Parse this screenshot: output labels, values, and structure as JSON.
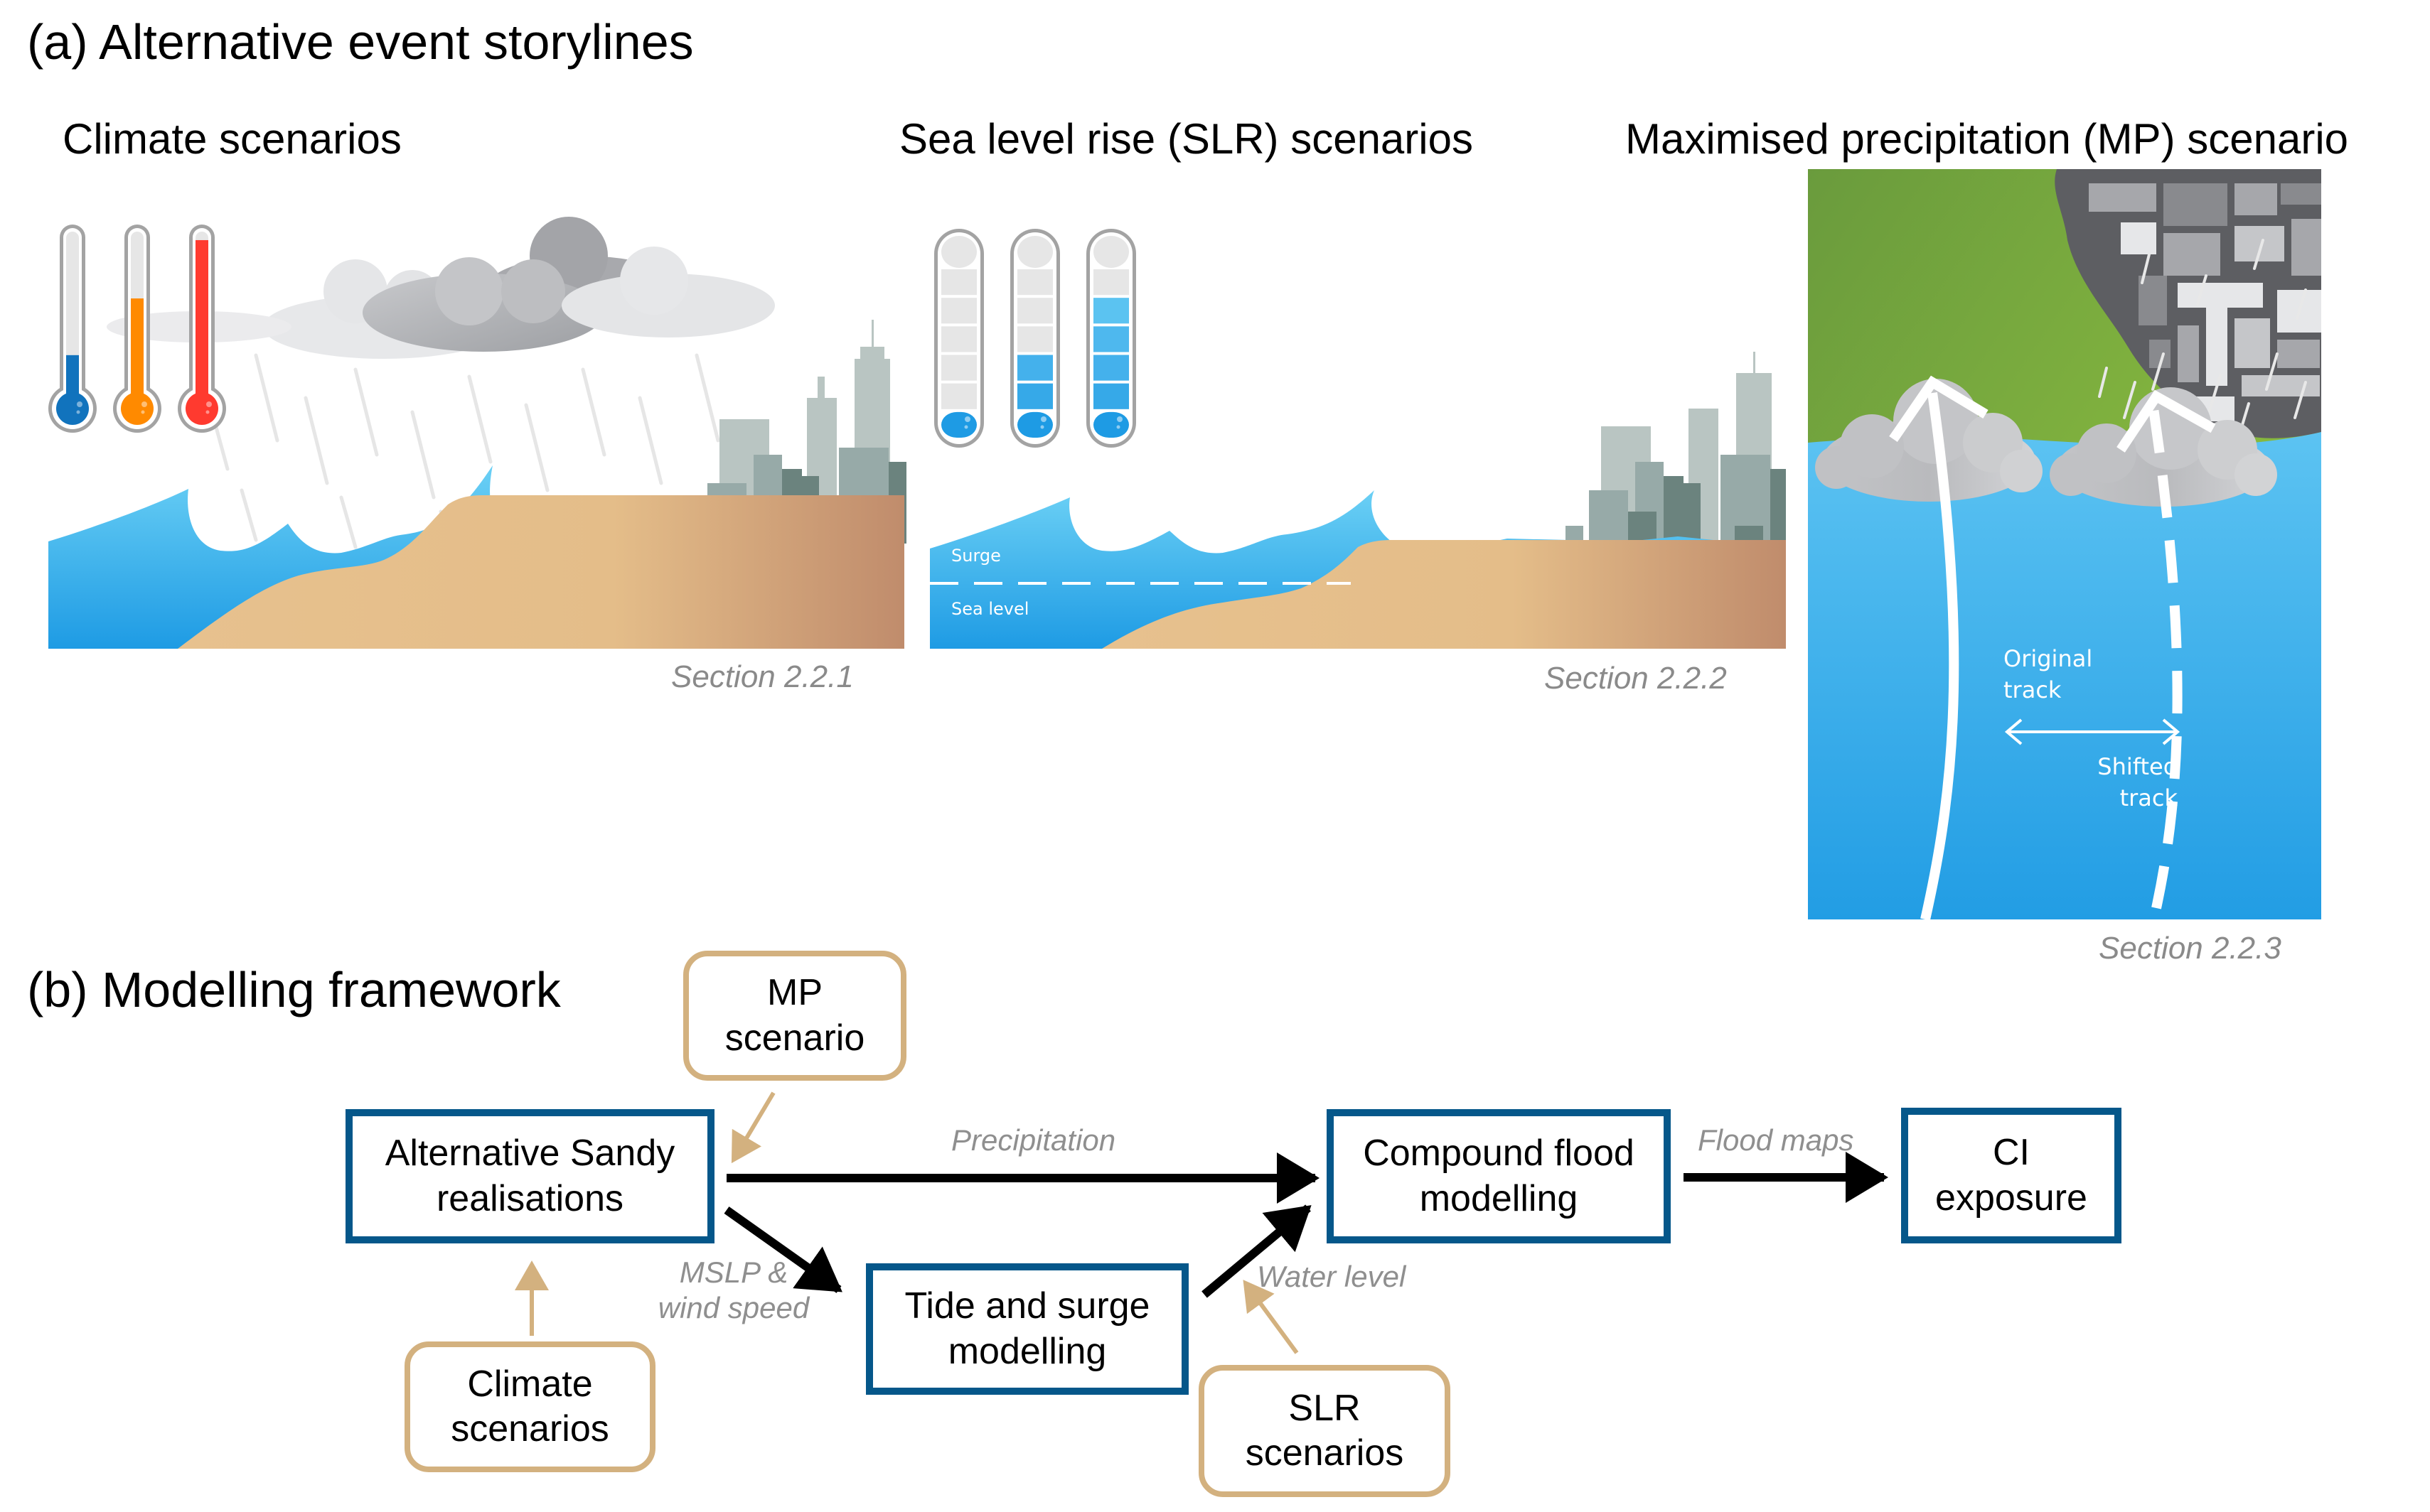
{
  "part_a": {
    "heading": "(a) Alternative event storylines",
    "panels": [
      {
        "title": "Climate scenarios",
        "section": "Section 2.2.1",
        "thermometers": [
          {
            "color": "#1173bd",
            "fill_fraction": 0.22
          },
          {
            "color": "#ff8a00",
            "fill_fraction": 0.57
          },
          {
            "color": "#ff3a2f",
            "fill_fraction": 0.93
          }
        ]
      },
      {
        "title": "Sea level rise (SLR) scenarios",
        "section": "Section 2.2.2",
        "gauges": [
          {
            "filled_segments": 1,
            "total_segments": 6
          },
          {
            "filled_segments": 3,
            "total_segments": 6
          },
          {
            "filled_segments": 5,
            "total_segments": 6
          }
        ],
        "labels": {
          "surge": "Surge",
          "sea_level": "Sea level"
        }
      },
      {
        "title": "Maximised precipitation (MP) scenario",
        "section": "Section 2.2.3",
        "labels": {
          "original_track": [
            "Original",
            "track"
          ],
          "shifted_track": [
            "Shifted",
            "track"
          ]
        }
      }
    ]
  },
  "part_b": {
    "heading": "(b) Modelling framework",
    "model_boxes": {
      "sandy": [
        "Alternative Sandy",
        "realisations"
      ],
      "tide": [
        "Tide and surge",
        "modelling"
      ],
      "compound": [
        "Compound flood",
        "modelling"
      ],
      "ci": [
        "CI",
        "exposure"
      ]
    },
    "input_boxes": {
      "mp": [
        "MP",
        "scenario"
      ],
      "climate": [
        "Climate",
        "scenarios"
      ],
      "slr": [
        "SLR",
        "scenarios"
      ]
    },
    "flow_labels": {
      "precipitation": "Precipitation",
      "mslp": [
        "MSLP &",
        "wind speed"
      ],
      "water_level": "Water level",
      "flood_maps": "Flood maps"
    }
  },
  "colors": {
    "model_border": "#05578a",
    "input_border": "#d3b17f",
    "flow_label": "#8f8f8f",
    "water_light": "#6bcff5",
    "water_dark": "#1e9be4",
    "sand": "#e6c08d",
    "sand_dark": "#c28e6c",
    "grass": "#8fc23f",
    "grass_dark": "#6a9e3d",
    "urban": "#5d5e62"
  }
}
